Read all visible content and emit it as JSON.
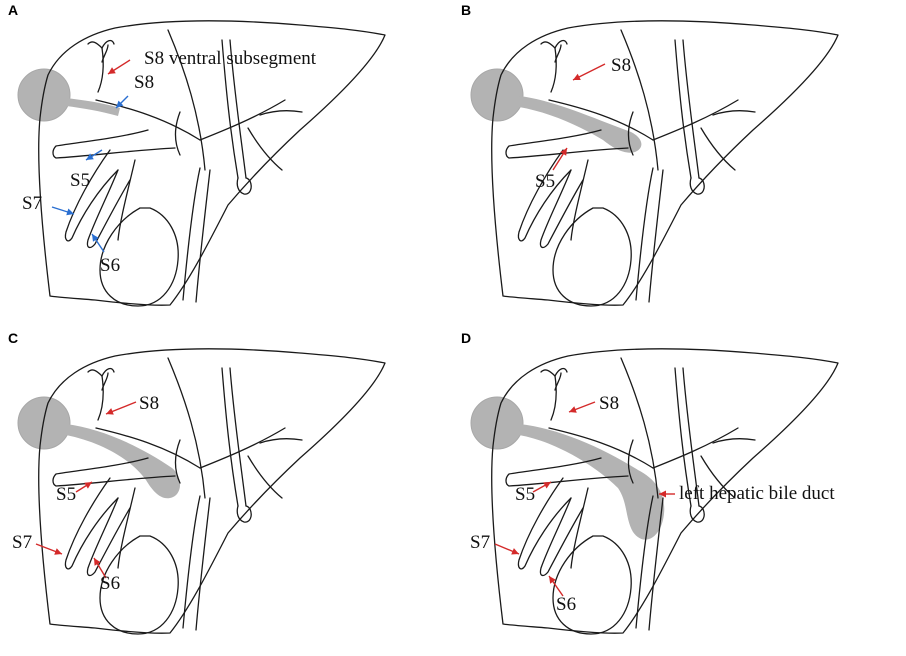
{
  "panels": [
    {
      "id": "A",
      "labels": [
        {
          "key": "s8v",
          "text": "S8 ventral subsegment",
          "arrow_color": "#d42a2a"
        },
        {
          "key": "s8",
          "text": "S8",
          "arrow_color": "#2a6fd1"
        },
        {
          "key": "s5",
          "text": "S5",
          "arrow_color": "#2a6fd1"
        },
        {
          "key": "s7",
          "text": "S7",
          "arrow_color": "#2a6fd1"
        },
        {
          "key": "s6",
          "text": "S6",
          "arrow_color": "#2a6fd1"
        }
      ]
    },
    {
      "id": "B",
      "labels": [
        {
          "key": "s8",
          "text": "S8",
          "arrow_color": "#d42a2a"
        },
        {
          "key": "s5",
          "text": "S5",
          "arrow_color": "#d42a2a"
        }
      ]
    },
    {
      "id": "C",
      "labels": [
        {
          "key": "s8",
          "text": "S8",
          "arrow_color": "#d42a2a"
        },
        {
          "key": "s5",
          "text": "S5",
          "arrow_color": "#d42a2a"
        },
        {
          "key": "s7",
          "text": "S7",
          "arrow_color": "#d42a2a"
        },
        {
          "key": "s6",
          "text": "S6",
          "arrow_color": "#d42a2a"
        }
      ]
    },
    {
      "id": "D",
      "labels": [
        {
          "key": "s8",
          "text": "S8",
          "arrow_color": "#d42a2a"
        },
        {
          "key": "s5",
          "text": "S5",
          "arrow_color": "#d42a2a"
        },
        {
          "key": "s7",
          "text": "S7",
          "arrow_color": "#d42a2a"
        },
        {
          "key": "s6",
          "text": "S6",
          "arrow_color": "#d42a2a"
        },
        {
          "key": "lhbd",
          "text": "left hepatic bile duct",
          "arrow_color": "#d42a2a"
        }
      ]
    }
  ]
}
